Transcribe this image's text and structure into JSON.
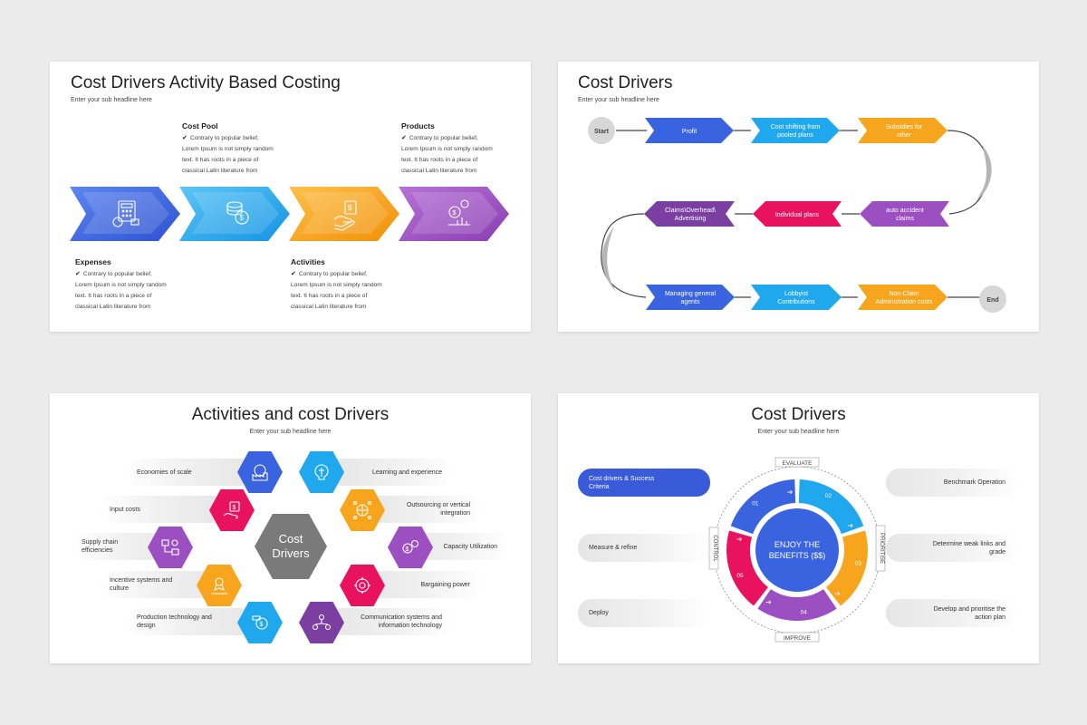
{
  "slide1": {
    "title": "Cost Drivers Activity Based Costing",
    "subtitle": "Enter your sub headline here",
    "blocks": [
      {
        "heading": "Cost Pool",
        "lines": [
          "Contrary to popular belief,",
          "Lorem Ipsum is not simply random",
          "text. It has roots in a piece of",
          "classical Latin literature from"
        ]
      },
      {
        "heading": "Products",
        "lines": [
          "Contrary to popular belief,",
          "Lorem Ipsum is not simply random",
          "text. It has roots in a piece of",
          "classical Latin literature from"
        ]
      },
      {
        "heading": "Expenses",
        "lines": [
          "Contrary to popular belief,",
          "Lorem Ipsum is not simply random",
          "text. It has roots in a piece of",
          "classical Latin literature from"
        ]
      },
      {
        "heading": "Activities",
        "lines": [
          "Contrary to popular belief,",
          "Lorem Ipsum is not simply random",
          "text. It has roots in a piece of",
          "classical Latin literature from"
        ]
      }
    ],
    "arrows": [
      {
        "icon": "calculator-money-icon",
        "color": "#3a63e0"
      },
      {
        "icon": "coins-dollar-icon",
        "color": "#20a8ee"
      },
      {
        "icon": "hand-money-icon",
        "color": "#f7a51c"
      },
      {
        "icon": "chart-growth-icon",
        "color": "#9b4fc0"
      }
    ]
  },
  "slide2": {
    "title": "Cost Drivers",
    "subtitle": "Enter your sub headline here",
    "start_label": "Start",
    "end_label": "End",
    "row1": [
      {
        "l1": "Profit",
        "l2": "",
        "color": "#3a63e0"
      },
      {
        "l1": "Cost shifting from",
        "l2": "pooled plans",
        "color": "#20a8ee"
      },
      {
        "l1": "Subsidies for",
        "l2": "other",
        "color": "#f7a51c"
      }
    ],
    "row2": [
      {
        "l1": "Claims\\Overhead\\",
        "l2": "Advertising",
        "color": "#7a3fa0"
      },
      {
        "l1": "Individual plans",
        "l2": "",
        "color": "#e8125f"
      },
      {
        "l1": "auto accident",
        "l2": "claims",
        "color": "#9b4fc0"
      }
    ],
    "row3": [
      {
        "l1": "Managing general",
        "l2": "agents",
        "color": "#3a63e0"
      },
      {
        "l1": "Lobbyist",
        "l2": "Contributions",
        "color": "#20a8ee"
      },
      {
        "l1": "Non-Claim",
        "l2": "Administration costs",
        "color": "#f7a51c"
      }
    ]
  },
  "slide3": {
    "title": "Activities and cost Drivers",
    "subtitle": "Enter your sub headline here",
    "center_l1": "Cost",
    "center_l2": "Drivers",
    "left": [
      {
        "label": "Economies of scale",
        "icon": "factory-globe-icon",
        "color": "#3a63e0"
      },
      {
        "label": "Input costs",
        "icon": "hand-money-icon",
        "color": "#e8125f"
      },
      {
        "label": "Supply chain efficiencies",
        "icon": "supply-chain-icon",
        "color": "#9b4fc0"
      },
      {
        "label": "Incentive systems and culture",
        "icon": "hand-award-icon",
        "color": "#f7a51c"
      },
      {
        "label": "Production technology and design",
        "icon": "production-coin-icon",
        "color": "#20a8ee"
      }
    ],
    "right": [
      {
        "label": "Learning and experience",
        "icon": "brain-icon",
        "color": "#20a8ee"
      },
      {
        "label": "Outsourcing or vertical integration",
        "icon": "globe-network-icon",
        "color": "#f7a51c"
      },
      {
        "label": "Capacity Utilization",
        "icon": "gears-money-icon",
        "color": "#9b4fc0"
      },
      {
        "label": "Bargaining power",
        "icon": "gear-cycle-icon",
        "color": "#e8125f"
      },
      {
        "label": "Communication systems and information technology",
        "icon": "team-network-icon",
        "color": "#7a3fa0"
      }
    ]
  },
  "slide4": {
    "title": "Cost Drivers",
    "subtitle": "Enter your sub headline here",
    "center_l1": "ENJOY THE",
    "center_l2": "BENEFITS ($$)",
    "labels": {
      "evaluate": "EVALUATE",
      "prioritise": "PRIORITISE",
      "improve": "IMPROVE",
      "control": "CONTROL"
    },
    "segments": [
      {
        "num": "01",
        "color": "#3a63e0"
      },
      {
        "num": "02",
        "color": "#20a8ee"
      },
      {
        "num": "03",
        "color": "#f7a51c"
      },
      {
        "num": "04",
        "color": "#9b4fc0"
      },
      {
        "num": "05",
        "color": "#e8125f"
      }
    ],
    "left": [
      {
        "label": "Cost drivers & Success Criteria"
      },
      {
        "label": "Measure & refine"
      },
      {
        "label": "Deploy"
      }
    ],
    "right": [
      {
        "label": "Benchmark Operation"
      },
      {
        "label": "Determine weak links and grade"
      },
      {
        "label": "Develop and prioritise the action plan"
      }
    ]
  }
}
